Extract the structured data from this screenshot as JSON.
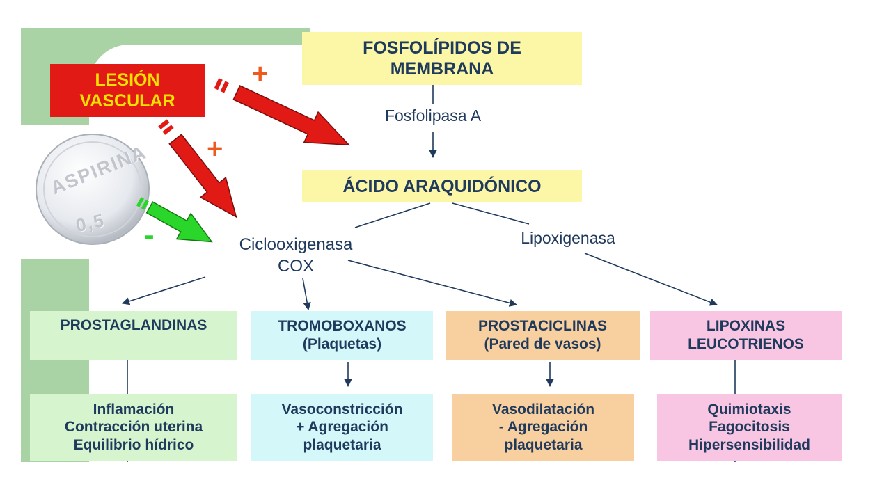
{
  "top": {
    "line1": "FOSFOLÍPIDOS DE",
    "line2": "MEMBRANA"
  },
  "enzyme_a": "Fosfolipasa A",
  "acid": "ÁCIDO ARAQUIDÓNICO",
  "lesion": {
    "line1": "LESIÓN",
    "line2": "VASCULAR"
  },
  "signs": {
    "plus": "+",
    "minus": "-"
  },
  "cox": {
    "line1": "Ciclooxigenasa",
    "line2": "COX"
  },
  "lipox": "Lipoxigenasa",
  "pill": {
    "text": "ASPIRINA",
    "dose": "0,5"
  },
  "products": [
    {
      "line1": "PROSTAGLANDINAS",
      "line2": ""
    },
    {
      "line1": "TROMOBOXANOS",
      "line2": "(Plaquetas)"
    },
    {
      "line1": "PROSTACICLINAS",
      "line2": "(Pared de vasos)"
    },
    {
      "line1": "LIPOXINAS",
      "line2": "LEUCOTRIENOS"
    }
  ],
  "effects": [
    {
      "line1": "Inflamación",
      "line2": "Contracción uterina",
      "line3": "Equilibrio hídrico"
    },
    {
      "line1": "Vasoconstricción",
      "line2": "+ Agregación",
      "line3": "plaquetaria"
    },
    {
      "line1": "Vasodilatación",
      "line2": "- Agregación",
      "line3": "plaquetaria"
    },
    {
      "line1": "Quimiotaxis",
      "line2": "Fagocitosis",
      "line3": "Hipersensibilidad"
    }
  ],
  "colors": {
    "frame": "#a9d3a4",
    "yellow": "#fbf7a6",
    "red": "#e11a16",
    "lesion_text": "#f8e100",
    "green_arrow": "#2bd62b",
    "orange_sign": "#ee5a1c",
    "text": "#1f3a5c",
    "green_box": "#d6f5cf",
    "cyan_box": "#d4f7fa",
    "orange_box": "#f8cf9e",
    "pink_box": "#f8c6e2"
  }
}
